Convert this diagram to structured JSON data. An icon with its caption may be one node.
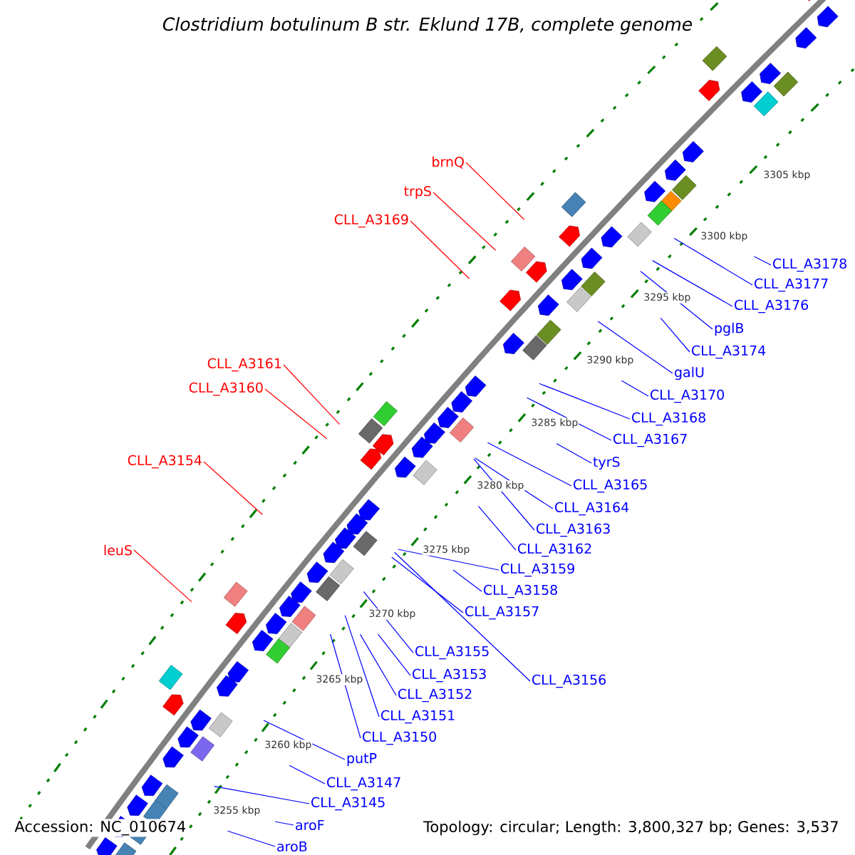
{
  "diagram": {
    "title": "Clostridium botulinum B str. Eklund 17B, complete genome",
    "nodes": [
      {
        "text": [
          "brnQ"
        ]
      },
      {
        "text": [
          "trpS"
        ]
      },
      {
        "text": [
          "CLL_A3169"
        ]
      },
      {
        "text": [
          "CLL_A3161"
        ]
      },
      {
        "text": [
          "CLL_A3160"
        ]
      },
      {
        "text": [
          "CLL_A3154"
        ]
      },
      {
        "text": [
          "leuS"
        ]
      },
      {
        "text": [
          "CLL_A3178"
        ]
      },
      {
        "text": [
          "CLL_A3177"
        ]
      },
      {
        "text": [
          "CLL_A3176"
        ]
      },
      {
        "text": [
          "pglB"
        ]
      },
      {
        "text": [
          "CLL_A3174"
        ]
      },
      {
        "text": [
          "galU"
        ]
      },
      {
        "text": [
          "CLL_A3170"
        ]
      },
      {
        "text": [
          "CLL_A3168"
        ]
      },
      {
        "text": [
          "CLL_A3167"
        ]
      },
      {
        "text": [
          "tyrS"
        ]
      },
      {
        "text": [
          "CLL_A3165"
        ]
      },
      {
        "text": [
          "CLL_A3164"
        ]
      },
      {
        "text": [
          "CLL_A3163"
        ]
      },
      {
        "text": [
          "CLL_A3162"
        ]
      },
      {
        "text": [
          "CLL_A3159"
        ]
      },
      {
        "text": [
          "CLL_A3158"
        ]
      },
      {
        "text": [
          "CLL_A3157"
        ]
      },
      {
        "text": [
          "CLL_A3155"
        ]
      },
      {
        "text": [
          "CLL_A3156"
        ]
      },
      {
        "text": [
          "CLL_A3153"
        ]
      },
      {
        "text": [
          "CLL_A3152"
        ]
      },
      {
        "text": [
          "CLL_A3151"
        ]
      },
      {
        "text": [
          "CLL_A3150"
        ]
      },
      {
        "text": [
          "putP"
        ]
      },
      {
        "text": [
          "CLL_A3147"
        ]
      },
      {
        "text": [
          "CLL_A3145"
        ]
      },
      {
        "text": [
          "aroF"
        ]
      },
      {
        "text": [
          "aroB"
        ]
      }
    ],
    "edges": [
      {
        "from": 0,
        "to": null,
        "arrow": "none",
        "color": "#ff0000"
      },
      {
        "from": 1,
        "to": null,
        "arrow": "none",
        "color": "#ff0000"
      },
      {
        "from": 2,
        "to": null,
        "arrow": "none",
        "color": "#ff0000"
      },
      {
        "from": 3,
        "to": null,
        "arrow": "none",
        "color": "#ff0000"
      },
      {
        "from": 4,
        "to": null,
        "arrow": "none",
        "color": "#ff0000"
      },
      {
        "from": 5,
        "to": null,
        "arrow": "none",
        "color": "#ff0000"
      },
      {
        "from": 6,
        "to": null,
        "arrow": "none",
        "color": "#ff0000"
      },
      {
        "from": 7,
        "to": null,
        "arrow": "none"
      },
      {
        "from": 8,
        "to": null,
        "arrow": "none"
      },
      {
        "from": 9,
        "to": null,
        "arrow": "none"
      },
      {
        "from": 10,
        "to": null,
        "arrow": "none"
      },
      {
        "from": 11,
        "to": null,
        "arrow": "none"
      },
      {
        "from": 12,
        "to": null,
        "arrow": "none"
      },
      {
        "from": 13,
        "to": null,
        "arrow": "none"
      },
      {
        "from": 14,
        "to": null,
        "arrow": "none"
      },
      {
        "from": 15,
        "to": null,
        "arrow": "none"
      },
      {
        "from": 16,
        "to": null,
        "arrow": "none"
      },
      {
        "from": 17,
        "to": null,
        "arrow": "none"
      },
      {
        "from": 18,
        "to": null,
        "arrow": "none"
      },
      {
        "from": 19,
        "to": null,
        "arrow": "none"
      },
      {
        "from": 20,
        "to": null,
        "arrow": "none"
      },
      {
        "from": 21,
        "to": null,
        "arrow": "none"
      },
      {
        "from": 22,
        "to": null,
        "arrow": "none"
      },
      {
        "from": 23,
        "to": null,
        "arrow": "none"
      },
      {
        "from": 24,
        "to": null,
        "arrow": "none"
      },
      {
        "from": 25,
        "to": null,
        "arrow": "none"
      },
      {
        "from": 26,
        "to": null,
        "arrow": "none"
      },
      {
        "from": 27,
        "to": null,
        "arrow": "none"
      },
      {
        "from": 28,
        "to": null,
        "arrow": "none"
      },
      {
        "from": 29,
        "to": null,
        "arrow": "none"
      },
      {
        "from": 30,
        "to": null,
        "arrow": "none"
      },
      {
        "from": 31,
        "to": null,
        "arrow": "none"
      },
      {
        "from": 32,
        "to": null,
        "arrow": "none"
      },
      {
        "from": 33,
        "to": null,
        "arrow": "none"
      },
      {
        "from": 34,
        "to": null,
        "arrow": "none"
      }
    ],
    "labels": [
      "3305 kbp",
      "3300 kbp",
      "3295 kbp",
      "3290 kbp",
      "3285 kbp",
      "3280 kbp",
      "3275 kbp",
      "3270 kbp",
      "3265 kbp",
      "3260 kbp",
      "3255 kbp",
      "Accession: NC_010674",
      "Topology: circular; Length: 3,800,327 bp; Genes: 3,537"
    ]
  }
}
